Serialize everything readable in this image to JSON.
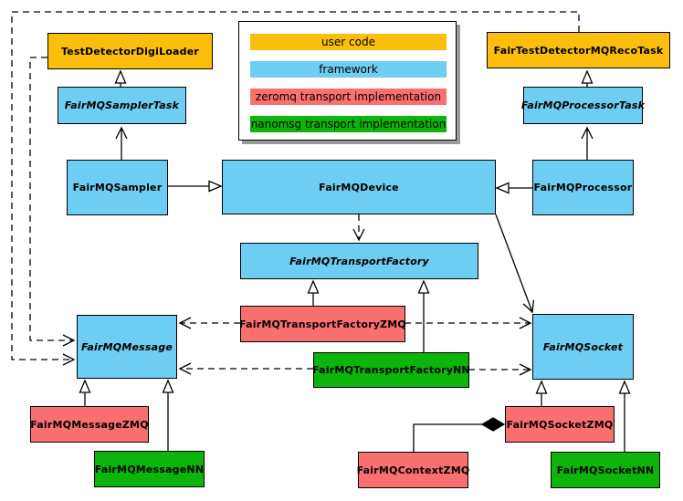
{
  "legend": {
    "items": [
      {
        "label": "user code",
        "color": "#FBBE0C"
      },
      {
        "label": "framework",
        "color": "#6ECDF3"
      },
      {
        "label": "zeromq transport implementation",
        "color": "#FA7070"
      },
      {
        "label": "nanomsg transport implementation",
        "color": "#0DB40C"
      }
    ]
  },
  "nodes": [
    {
      "label": "TestDetectorDigiLoader",
      "category": "user code",
      "abstract": false
    },
    {
      "label": "FairTestDetectorMQRecoTask",
      "category": "user code",
      "abstract": false
    },
    {
      "label": "FairMQSamplerTask",
      "category": "framework",
      "abstract": true
    },
    {
      "label": "FairMQProcessorTask",
      "category": "framework",
      "abstract": true
    },
    {
      "label": "FairMQSampler",
      "category": "framework",
      "abstract": false
    },
    {
      "label": "FairMQDevice",
      "category": "framework",
      "abstract": false
    },
    {
      "label": "FairMQProcessor",
      "category": "framework",
      "abstract": false
    },
    {
      "label": "FairMQTransportFactory",
      "category": "framework",
      "abstract": true
    },
    {
      "label": "FairMQTransportFactoryZMQ",
      "category": "zeromq transport implementation",
      "abstract": false
    },
    {
      "label": "FairMQTransportFactoryNN",
      "category": "nanomsg transport implementation",
      "abstract": false
    },
    {
      "label": "FairMQMessage",
      "category": "framework",
      "abstract": true
    },
    {
      "label": "FairMQSocket",
      "category": "framework",
      "abstract": true
    },
    {
      "label": "FairMQMessageZMQ",
      "category": "zeromq transport implementation",
      "abstract": false
    },
    {
      "label": "FairMQMessageNN",
      "category": "nanomsg transport implementation",
      "abstract": false
    },
    {
      "label": "FairMQContextZMQ",
      "category": "zeromq transport implementation",
      "abstract": false
    },
    {
      "label": "FairMQSocketZMQ",
      "category": "zeromq transport implementation",
      "abstract": false
    },
    {
      "label": "FairMQSocketNN",
      "category": "nanomsg transport implementation",
      "abstract": false
    }
  ],
  "edges": [
    {
      "from": "FairMQSamplerTask",
      "to": "TestDetectorDigiLoader",
      "type": "generalization-triangle"
    },
    {
      "from": "FairMQSampler",
      "to": "FairMQSamplerTask",
      "type": "open-arrow"
    },
    {
      "from": "FairMQSampler",
      "to": "FairMQDevice",
      "type": "generalization-triangle"
    },
    {
      "from": "FairMQProcessorTask",
      "to": "FairTestDetectorMQRecoTask",
      "type": "generalization-triangle"
    },
    {
      "from": "FairMQProcessor",
      "to": "FairMQProcessorTask",
      "type": "open-arrow"
    },
    {
      "from": "FairMQProcessor",
      "to": "FairMQDevice",
      "type": "generalization-triangle"
    },
    {
      "from": "FairMQDevice",
      "to": "FairMQTransportFactory",
      "type": "dashed-open-arrow"
    },
    {
      "from": "FairMQDevice",
      "to": "FairMQSocket",
      "type": "open-arrow"
    },
    {
      "from": "FairMQTransportFactoryZMQ",
      "to": "FairMQTransportFactory",
      "type": "generalization-triangle"
    },
    {
      "from": "FairMQTransportFactoryNN",
      "to": "FairMQTransportFactory",
      "type": "generalization-triangle"
    },
    {
      "from": "FairMQTransportFactoryZMQ",
      "to": "FairMQMessage",
      "type": "dashed-open-arrow"
    },
    {
      "from": "FairMQTransportFactoryZMQ",
      "to": "FairMQSocket",
      "type": "dashed-open-arrow"
    },
    {
      "from": "FairMQTransportFactoryNN",
      "to": "FairMQMessage",
      "type": "dashed-open-arrow"
    },
    {
      "from": "FairMQTransportFactoryNN",
      "to": "FairMQSocket",
      "type": "dashed-open-arrow"
    },
    {
      "from": "FairMQMessageZMQ",
      "to": "FairMQMessage",
      "type": "generalization-triangle"
    },
    {
      "from": "FairMQMessageNN",
      "to": "FairMQMessage",
      "type": "generalization-triangle"
    },
    {
      "from": "FairMQSocketZMQ",
      "to": "FairMQSocket",
      "type": "generalization-triangle"
    },
    {
      "from": "FairMQSocketNN",
      "to": "FairMQSocket",
      "type": "generalization-triangle"
    },
    {
      "from": "FairMQContextZMQ",
      "to": "FairMQSocketZMQ",
      "type": "composition-diamond"
    },
    {
      "from": "TestDetectorDigiLoader",
      "to": "FairMQMessage",
      "type": "dashed-open-arrow"
    },
    {
      "from": "FairTestDetectorMQRecoTask",
      "to": "FairMQMessage",
      "type": "dashed-open-arrow"
    }
  ],
  "colors": {
    "user_code": "#FBBE0C",
    "framework": "#6ECDF3",
    "zeromq": "#FA7070",
    "nanomsg": "#0DB40C",
    "line": "#000000",
    "background": "#FFFFFF",
    "legend_shadow": "#9B9B9B"
  }
}
